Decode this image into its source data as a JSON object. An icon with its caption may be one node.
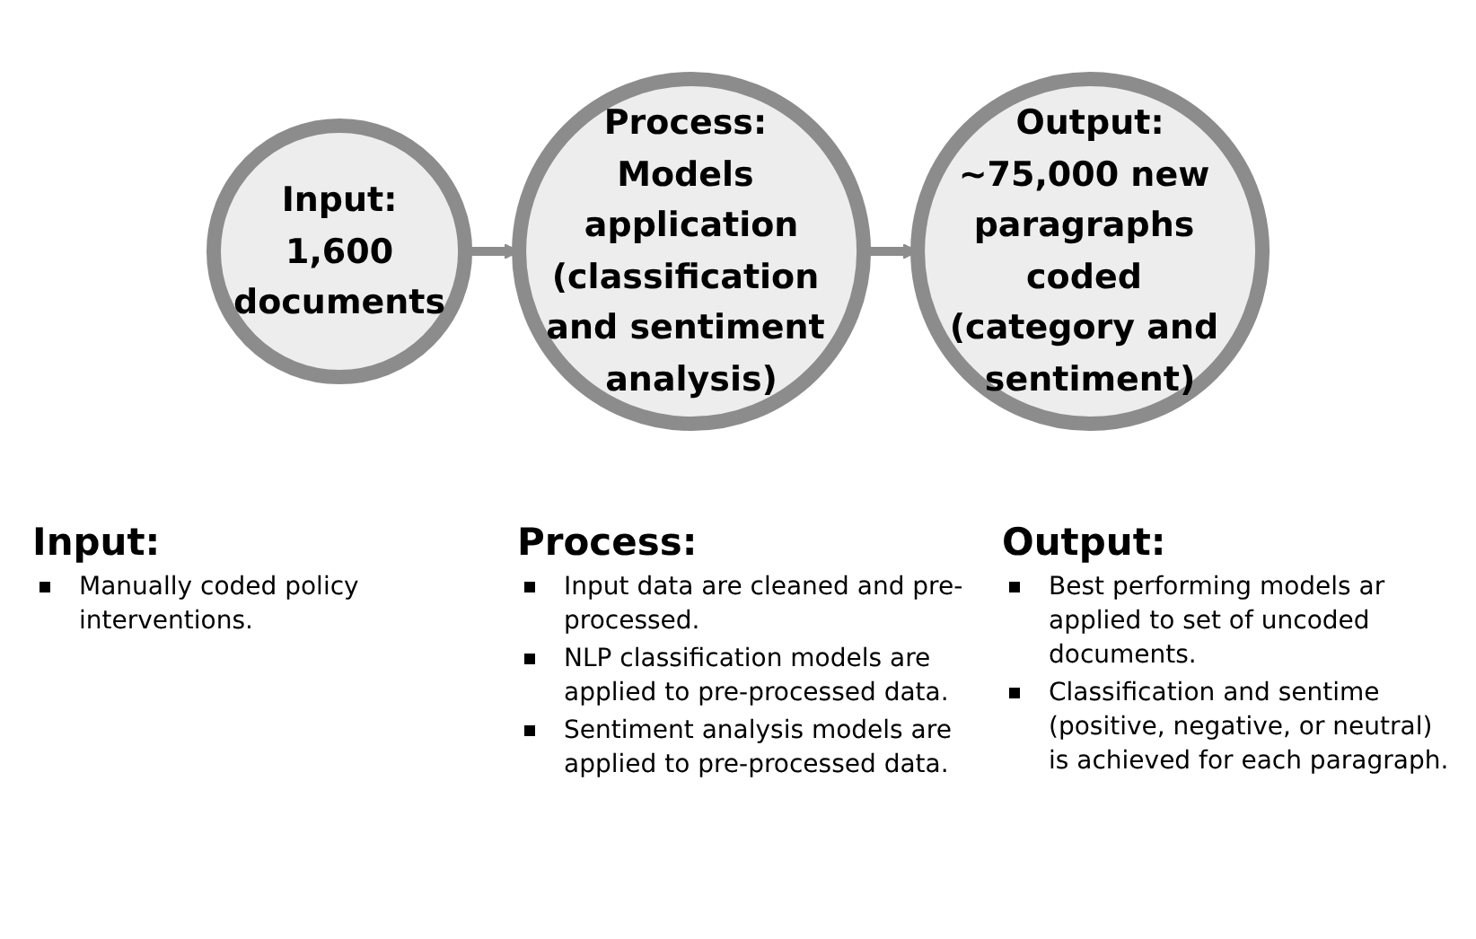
{
  "diagram": {
    "nodes": [
      {
        "text": [
          "Input:",
          "1,600",
          "documents"
        ]
      },
      {
        "text": [
          "Process: Models application",
          "(classification and sentiment analysis)"
        ]
      },
      {
        "text": [
          "Output:",
          "~75,000 new paragraphs coded (category and sentiment)"
        ]
      }
    ],
    "edges": [
      {
        "from": 0,
        "to": 1,
        "arrow": "to"
      },
      {
        "from": 1,
        "to": 2,
        "arrow": "to"
      }
    ],
    "labels": [
      "Input:",
      "Manually coded policy interventions.",
      "Process:",
      "Input data are cleaned and pre-processed.",
      "NLP classification models are applied to pre-processed data.",
      "Sentiment analysis models are applied to pre-processed data.",
      "Output:",
      "Best performing models ar applied to set of uncoded documents.",
      "Classification and sentime (positive, negative, or neutral) is achieved for each paragraph."
    ]
  }
}
